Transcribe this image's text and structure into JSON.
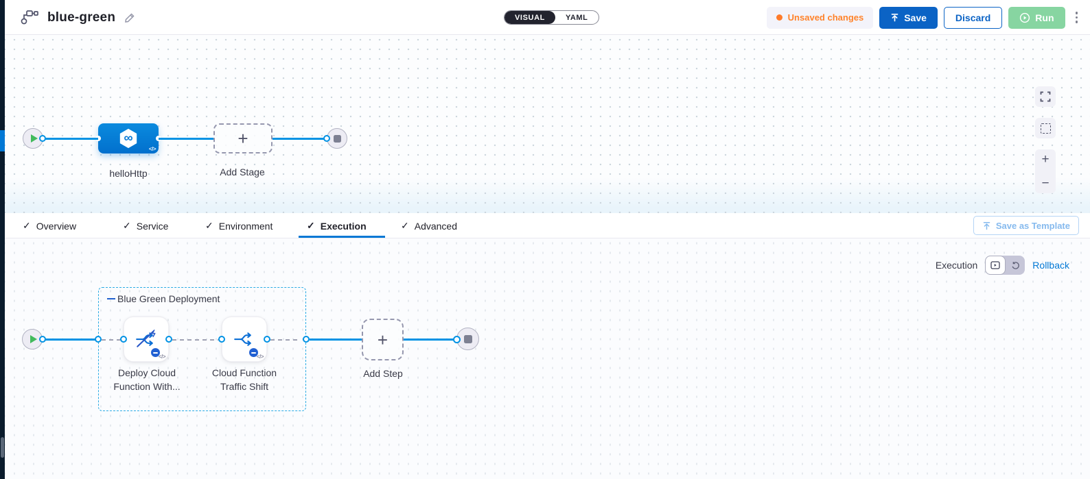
{
  "header": {
    "title": "blue-green",
    "mode_toggle": {
      "visual": "VISUAL",
      "yaml": "YAML"
    },
    "unsaved_label": "Unsaved changes",
    "save_label": "Save",
    "discard_label": "Discard",
    "run_label": "Run"
  },
  "stage_canvas": {
    "stage_name": "helloHttp",
    "add_stage_label": "Add Stage"
  },
  "tabs": [
    {
      "label": "Overview",
      "active": false
    },
    {
      "label": "Service",
      "active": false
    },
    {
      "label": "Environment",
      "active": false
    },
    {
      "label": "Execution",
      "active": true
    },
    {
      "label": "Advanced",
      "active": false
    }
  ],
  "save_as_template_label": "Save as Template",
  "execution_panel": {
    "mode_label": "Execution",
    "rollback_label": "Rollback",
    "group_label": "Blue Green Deployment",
    "steps": [
      {
        "name": "Deploy Cloud Function With..."
      },
      {
        "name": "Cloud Function Traffic Shift"
      }
    ],
    "add_step_label": "Add Step"
  },
  "glyphs": {
    "check": "✓",
    "plus": "+",
    "zoom_in": "+",
    "zoom_out": "−",
    "code": "</>",
    "infinity": "∞"
  },
  "colors": {
    "accent_blue": "#0b63c5",
    "link_blue": "#0278d5",
    "connector_cyan": "#0092e4",
    "unsaved_orange": "#ff832b",
    "run_green": "#87d5a1",
    "nav_dark": "#0a1b2c",
    "node_blue": "#0278d5",
    "success_green": "#42ba5c"
  }
}
